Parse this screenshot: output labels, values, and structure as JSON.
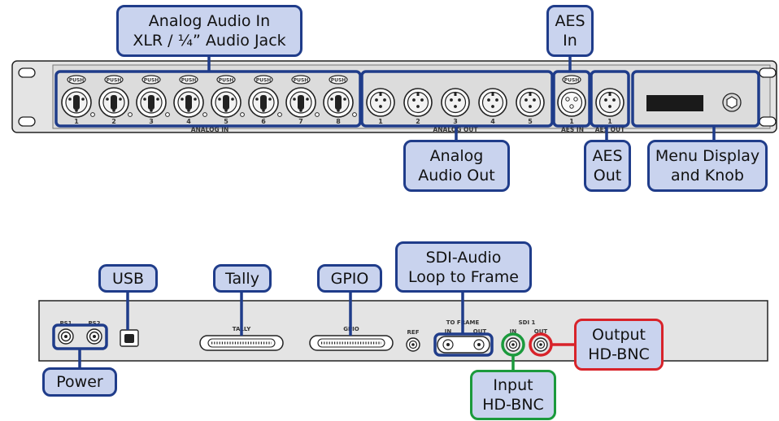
{
  "front_panel": {
    "labels": {
      "analog_in": "ANALOG IN",
      "analog_out": "ANALOG OUT",
      "aes_in": "AES IN",
      "aes_out": "AES OUT",
      "push": "PUSH"
    },
    "analog_in_numbers": [
      "1",
      "2",
      "3",
      "4",
      "5",
      "6",
      "7",
      "8"
    ],
    "analog_out_numbers": [
      "1",
      "2",
      "3",
      "4",
      "5"
    ],
    "aes_in_number": "1",
    "aes_out_number": "1"
  },
  "rear_panel": {
    "labels": {
      "ps1": "PS1",
      "ps2": "PS2",
      "tally": "TALLY",
      "gpio": "GPIO",
      "ref": "REF",
      "to_frame": "TO FRAME",
      "in": "IN",
      "out": "OUT",
      "sdi1": "SDI 1"
    }
  },
  "callouts": {
    "analog_audio_in": "Analog Audio In\nXLR / ¼” Audio Jack",
    "aes_in": "AES\nIn",
    "analog_audio_out": "Analog\nAudio Out",
    "aes_out": "AES\nOut",
    "menu_display": "Menu Display\nand Knob",
    "usb": "USB",
    "tally": "Tally",
    "gpio": "GPIO",
    "sdi_audio_loop": "SDI-Audio\nLoop to Frame",
    "power": "Power",
    "input_hd_bnc": "Input\nHD-BNC",
    "output_hd_bnc": "Output\nHD-BNC"
  },
  "colors": {
    "callout_fill": "#c9d3ee",
    "callout_border": "#1f3c8a",
    "input_border": "#1b9a3c",
    "output_border": "#d8232a",
    "panel": "#e4e4e4"
  }
}
